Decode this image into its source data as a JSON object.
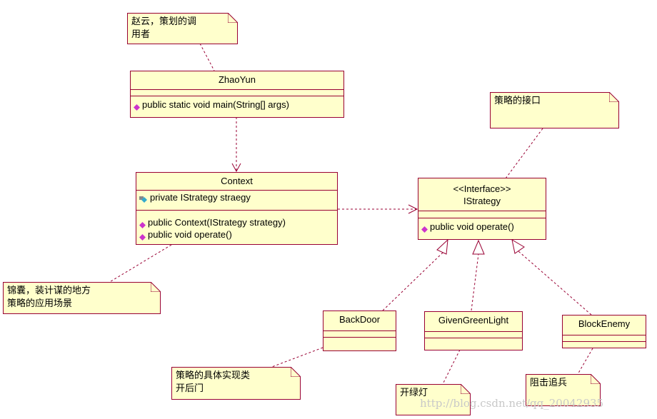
{
  "notes": {
    "zhaoyun": [
      "赵云，策划的调",
      "用者"
    ],
    "interface": [
      "策略的接口"
    ],
    "context": [
      "锦囊，装计谋的地方",
      "策略的应用场景"
    ],
    "backdoor": [
      "策略的具体实现类",
      "开后门"
    ],
    "green": [
      "开绿灯"
    ],
    "block": [
      "阻击追兵"
    ]
  },
  "classes": {
    "zhaoyun": {
      "name": "ZhaoYun",
      "operations": [
        "public static void main(String[] args)"
      ]
    },
    "context": {
      "name": "Context",
      "attributes": [
        "private IStrategy straegy"
      ],
      "operations": [
        "public Context(IStrategy strategy)",
        "public void operate()"
      ]
    },
    "istrategy": {
      "stereotype": "<<Interface>>",
      "name": "IStrategy",
      "operations": [
        "public void operate()"
      ]
    },
    "backdoor": {
      "name": "BackDoor"
    },
    "green": {
      "name": "GivenGreenLight"
    },
    "block": {
      "name": "BlockEnemy"
    }
  },
  "watermark": "http://blog.csdn.net/qq_20042935",
  "colors": {
    "border": "#990033",
    "fill": "#ffffcc",
    "public_icon": "#cc33cc",
    "private_icon": "#33aacc"
  }
}
